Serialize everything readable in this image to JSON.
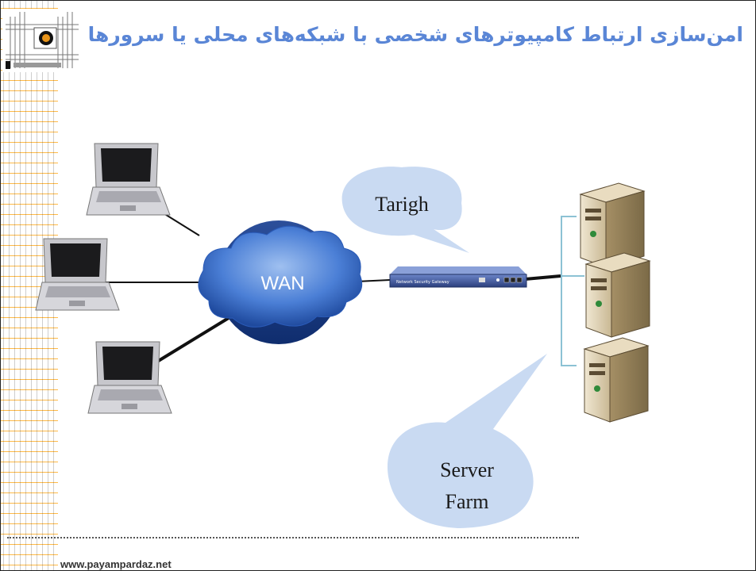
{
  "title": "امن‌سازی ارتباط کامپیوترهای شخصی با شبکه‌های محلی یا سرورها",
  "footer_url": "www.payampardaz.net",
  "diagram": {
    "cloud_label": "WAN",
    "gateway_label": "Tarigh",
    "server_label_line1": "Server",
    "server_label_line2": "Farm",
    "device_text": "Network Security Gateway"
  },
  "colors": {
    "title": "#5a86d6",
    "callout": "#c9daf2",
    "cloud": "#3d6fcf",
    "strip_accent": "#ffb233"
  }
}
